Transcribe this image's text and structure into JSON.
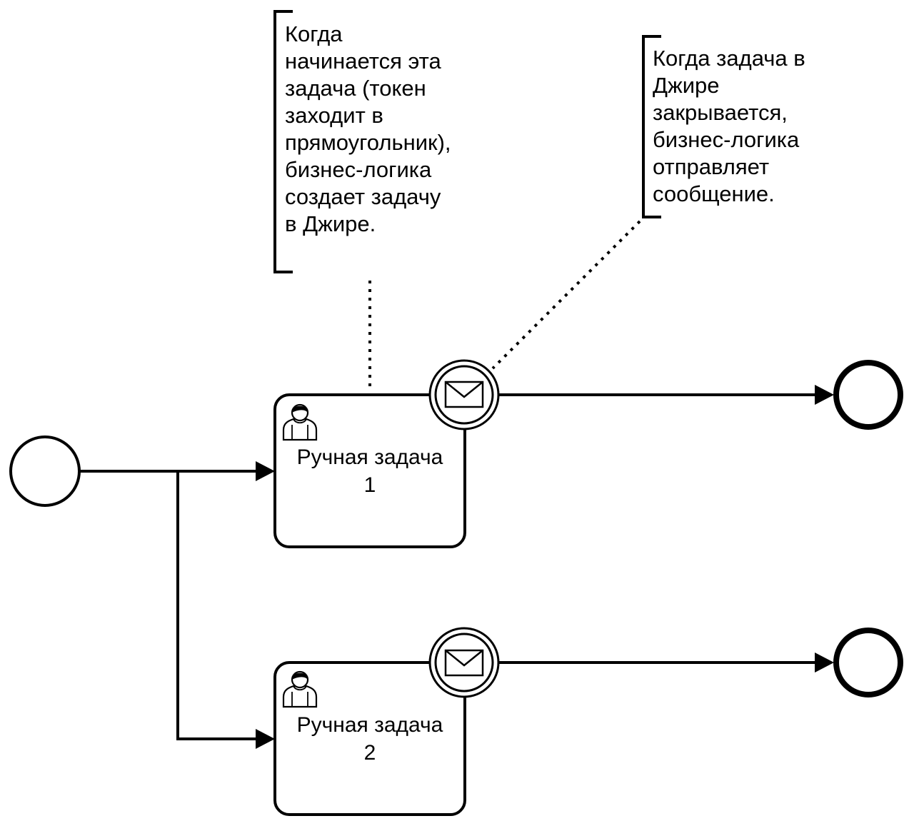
{
  "annotations": {
    "task_start": {
      "lines": [
        "Когда",
        "начинается эта",
        "задача (токен",
        "заходит в",
        "прямоугольник),",
        "бизнес-логика",
        "создает задачу",
        "в Джире."
      ]
    },
    "task_close": {
      "lines": [
        "Когда задача в",
        "Джире",
        "закрывается,",
        "бизнес-логика",
        "отправляет",
        "сообщение."
      ]
    }
  },
  "tasks": [
    {
      "line1": "Ручная задача",
      "line2": "1",
      "icon": "user-icon",
      "type": "manual-task"
    },
    {
      "line1": "Ручная задача",
      "line2": "2",
      "icon": "user-icon",
      "type": "manual-task"
    }
  ],
  "events": {
    "start": {
      "type": "start-event"
    },
    "boundary": [
      {
        "type": "message-boundary-event",
        "icon": "envelope-icon"
      },
      {
        "type": "message-boundary-event",
        "icon": "envelope-icon"
      }
    ],
    "end": [
      {
        "type": "end-event"
      },
      {
        "type": "end-event"
      }
    ]
  },
  "colors": {
    "stroke": "#000000",
    "fill": "#ffffff"
  }
}
